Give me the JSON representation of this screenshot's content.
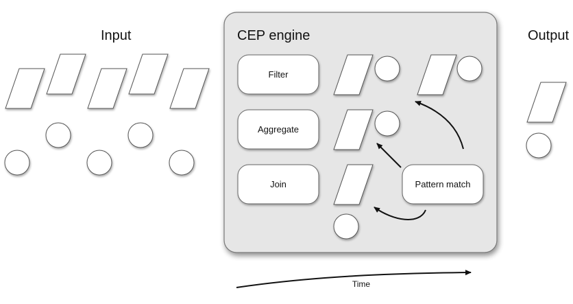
{
  "input": {
    "title": "Input"
  },
  "output": {
    "title": "Output"
  },
  "engine": {
    "title": "CEP engine"
  },
  "operators": {
    "filter": "Filter",
    "aggregate": "Aggregate",
    "join": "Join",
    "pattern_match": "Pattern match"
  },
  "timeline": {
    "label": "Time"
  },
  "colors": {
    "engine_fill": "#e6e6e6",
    "stroke": "#555555",
    "arrow": "#111111"
  }
}
